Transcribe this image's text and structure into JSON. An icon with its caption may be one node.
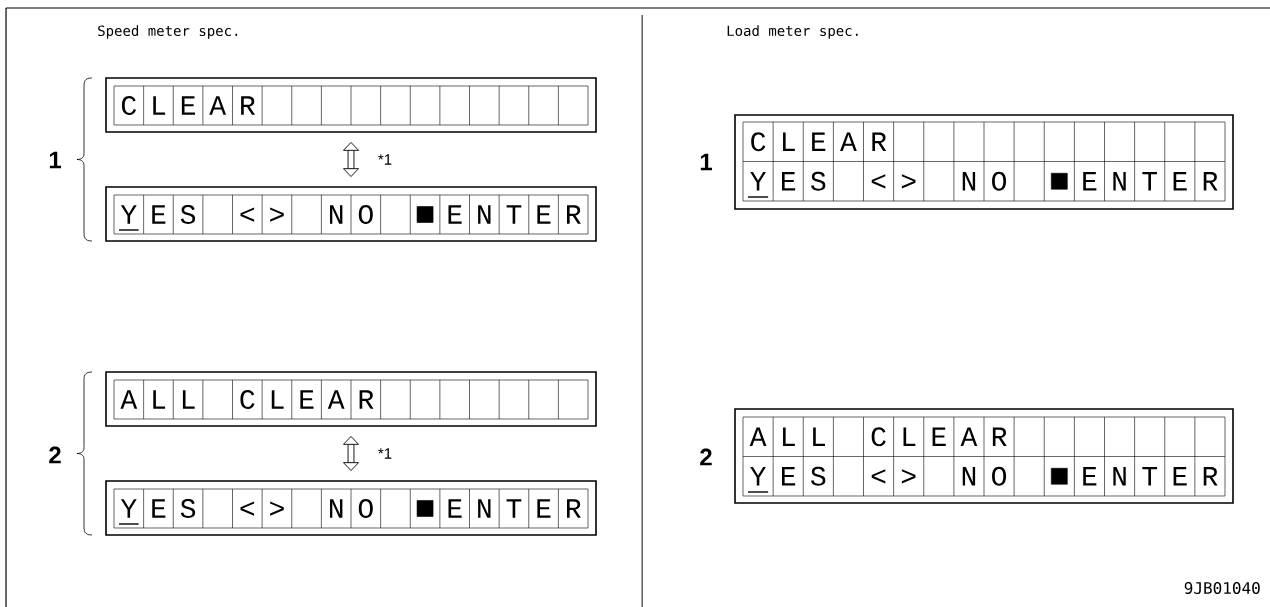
{
  "diagram": {
    "nodes": [
      {
        "text": [
          "C",
          "L",
          "E",
          "A",
          "R"
        ]
      },
      {
        "text": [
          "Y",
          "E",
          "S",
          "<",
          ">",
          "N",
          "O",
          "E",
          "N",
          "T",
          "E",
          "R"
        ]
      },
      {
        "text": [
          "A",
          "L",
          "L",
          "C",
          "L",
          "E",
          "A",
          "R"
        ]
      },
      {
        "text": [
          "Y",
          "E",
          "S",
          "<",
          ">",
          "N",
          "O",
          "E",
          "N",
          "T",
          "E",
          "R"
        ]
      },
      {
        "text": [
          "C",
          "L",
          "E",
          "A",
          "R",
          "Y",
          "E",
          "S",
          "<",
          ">",
          "N",
          "O",
          "E",
          "N",
          "T",
          "E",
          "R"
        ]
      },
      {
        "text": [
          "A",
          "L",
          "L",
          "C",
          "L",
          "E",
          "A",
          "R",
          "Y",
          "E",
          "S",
          "<",
          ">",
          "N",
          "O",
          "E",
          "N",
          "T",
          "E",
          "R"
        ]
      }
    ],
    "edges": [
      {
        "from": 0,
        "to": 1,
        "arrow": "both",
        "label": "*1"
      },
      {
        "from": 2,
        "to": 3,
        "arrow": "both",
        "label": "*1"
      }
    ],
    "labels": [
      "Speed meter spec.",
      "Load meter spec.",
      "1",
      "1",
      "2",
      "2",
      "9JB01040"
    ]
  }
}
